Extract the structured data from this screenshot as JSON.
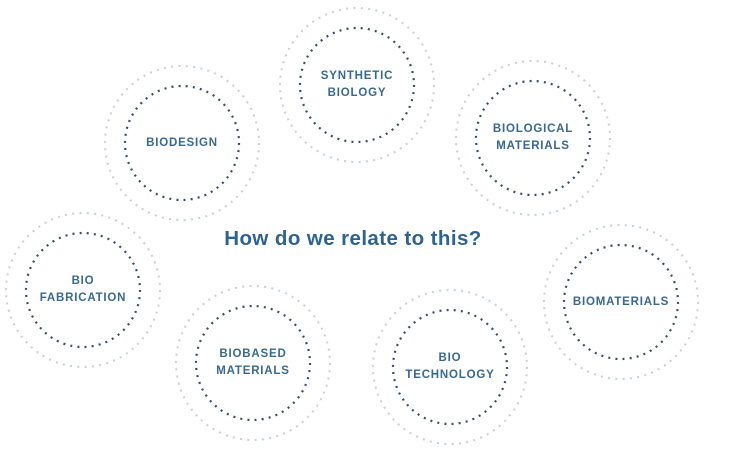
{
  "page": {
    "background_color": "#ffffff"
  },
  "heading": {
    "text": "How do we relate to this?",
    "color": "#2e638f"
  },
  "diagram": {
    "ring_colors": {
      "inner": "#3a4c63",
      "outer": "#c6cfda"
    },
    "label_color": "#39688f",
    "circles": [
      {
        "id": "synthetic-biology",
        "label": "SYNTHETIC\nBIOLOGY"
      },
      {
        "id": "biodesign",
        "label": "BIODESIGN"
      },
      {
        "id": "biological-materials",
        "label": "BIOLOGICAL\nMATERIALS"
      },
      {
        "id": "bio-fabrication",
        "label": "BIO\nFABRICATION"
      },
      {
        "id": "biomaterials",
        "label": "BIOMATERIALS"
      },
      {
        "id": "biobased-materials",
        "label": "BIOBASED\nMATERIALS"
      },
      {
        "id": "bio-technology",
        "label": "BIO\nTECHNOLOGY"
      }
    ]
  }
}
